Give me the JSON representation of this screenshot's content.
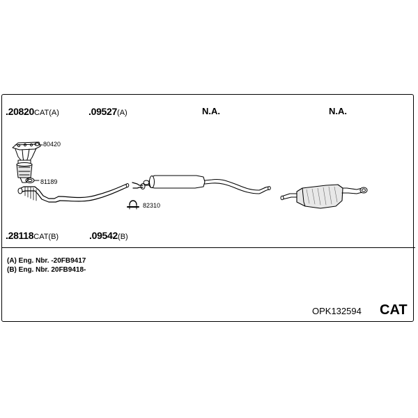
{
  "parts": {
    "p1": {
      "number": ".20820",
      "suffix": "CAT(A)"
    },
    "p2": {
      "number": ".09527",
      "suffix": "(A)"
    },
    "p3": {
      "number": ".28118",
      "suffix": "CAT(B)"
    },
    "p4": {
      "number": ".09542",
      "suffix": "(B)"
    }
  },
  "na_labels": {
    "col3": "N.A.",
    "col4": "N.A."
  },
  "accessories": {
    "a1": "80420",
    "a2": "81189",
    "a3": "82310"
  },
  "notes": {
    "a": "(A) Eng. Nbr. -20FB9417",
    "b": "(B) Eng. Nbr. 20FB9418-"
  },
  "kit_code": "OPK132594",
  "kit_type": "CAT"
}
